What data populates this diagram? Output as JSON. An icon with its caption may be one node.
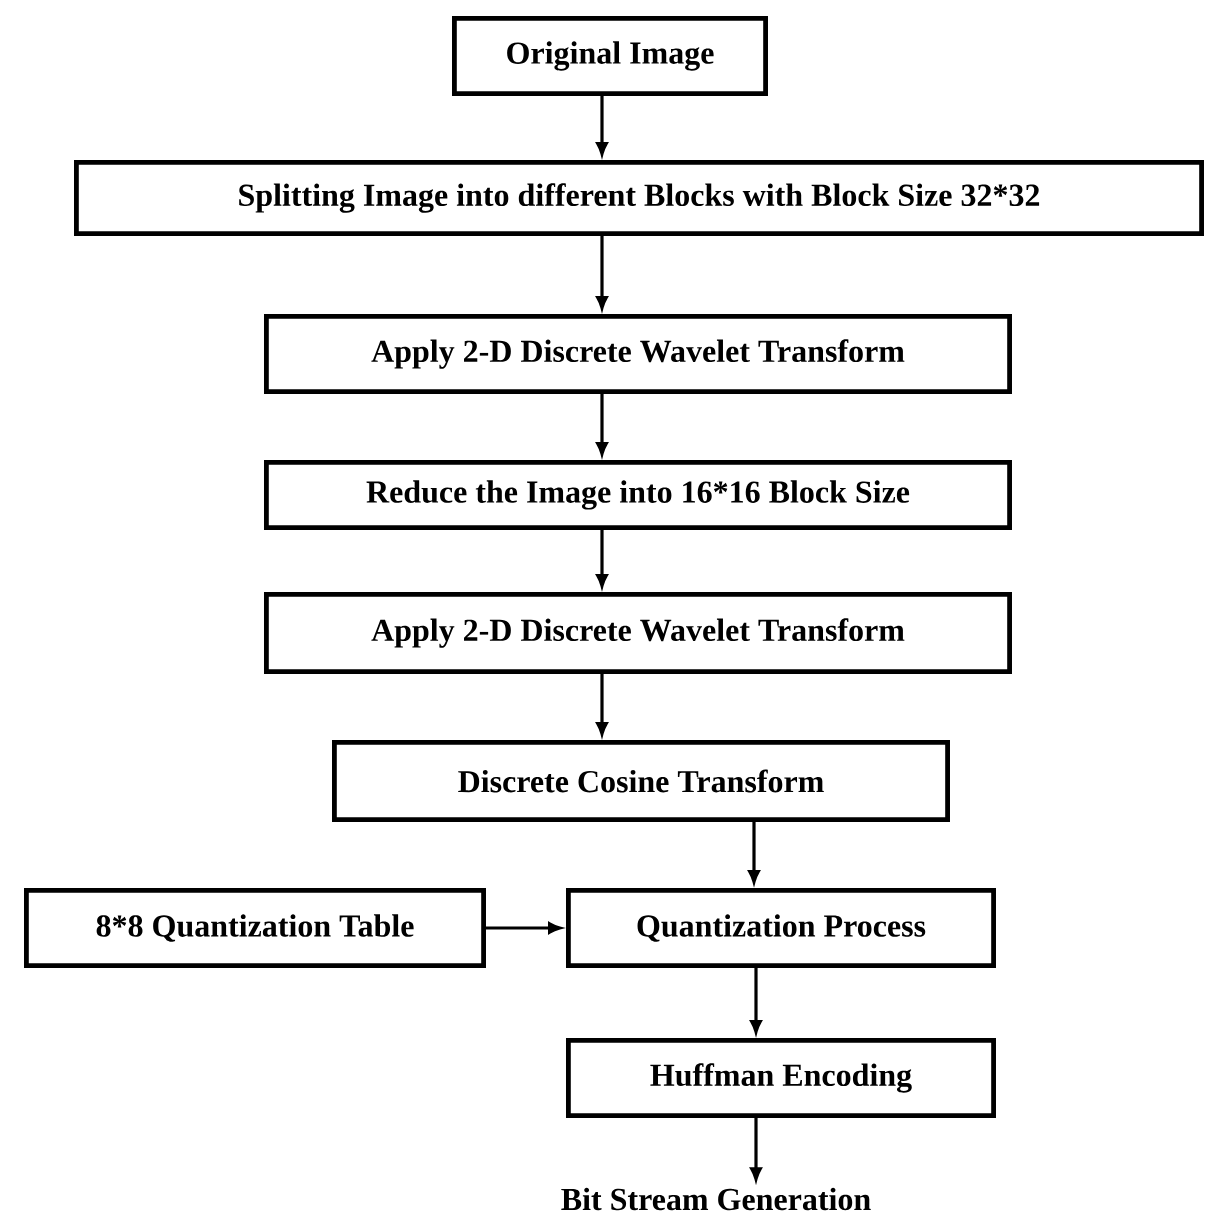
{
  "diagram": {
    "nodes": [
      {
        "text": [
          "Original Image"
        ]
      },
      {
        "text": [
          "Splitting Image into different Blocks with Block Size 32*32"
        ]
      },
      {
        "text": [
          "Apply 2-D Discrete Wavelet Transform"
        ]
      },
      {
        "text": [
          "Reduce the Image into 16*16 Block Size"
        ]
      },
      {
        "text": [
          "Apply 2-D Discrete Wavelet Transform"
        ]
      },
      {
        "text": [
          "Discrete Cosine Transform"
        ]
      },
      {
        "text": [
          "8*8 Quantization Table"
        ]
      },
      {
        "text": [
          "Quantization Process"
        ]
      },
      {
        "text": [
          "Huffman Encoding"
        ]
      },
      {
        "text": [
          "Bit Stream Generation"
        ]
      }
    ],
    "edges": [
      {
        "from": 0,
        "to": 1,
        "arrow": "to"
      },
      {
        "from": 1,
        "to": 2,
        "arrow": "to"
      },
      {
        "from": 2,
        "to": 3,
        "arrow": "to"
      },
      {
        "from": 3,
        "to": 4,
        "arrow": "to"
      },
      {
        "from": 4,
        "to": 5,
        "arrow": "to"
      },
      {
        "from": 5,
        "to": 7,
        "arrow": "to"
      },
      {
        "from": 6,
        "to": 7,
        "arrow": "to"
      },
      {
        "from": 7,
        "to": 8,
        "arrow": "to"
      },
      {
        "from": 8,
        "to": 9,
        "arrow": "to"
      }
    ]
  }
}
